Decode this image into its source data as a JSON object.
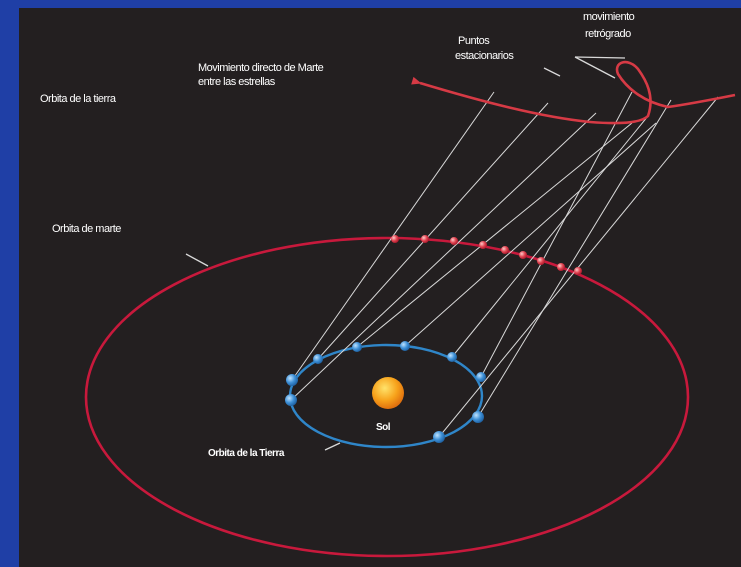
{
  "labels": {
    "earth_orbit_top": "Orbita de la tierra",
    "mars_direct_motion_line1": "Movimiento directo de Marte",
    "mars_direct_motion_line2": "entre las estrellas",
    "stationary_points_line1": "Puntos",
    "stationary_points_line2": "estacionarios",
    "retrograde_line1": "movimiento",
    "retrograde_line2": "retrógrado",
    "mars_orbit": "Orbita de marte",
    "sun": "Sol",
    "earth_orbit_bottom": "Orbita de la Tierra"
  },
  "colors": {
    "slide_background": "#1f3fa6",
    "panel_background": "#231f20",
    "mars_orbit": "#c8193c",
    "earth_orbit": "#2f86c9",
    "mars_path": "#d63a45",
    "sight_lines": "#d9d9d9",
    "sun": "#f7a21b",
    "text": "#ffffff"
  }
}
